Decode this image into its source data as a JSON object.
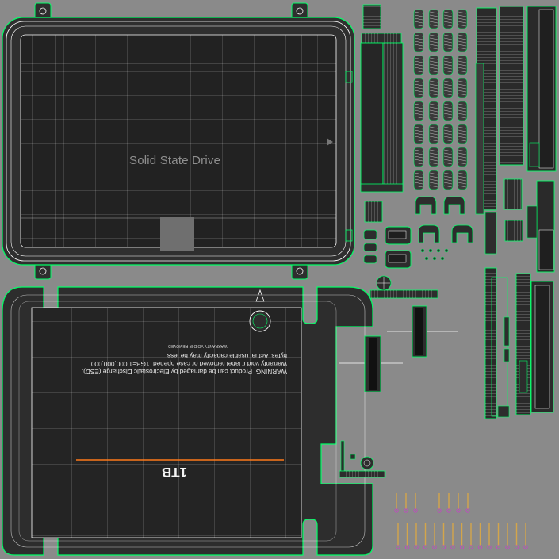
{
  "front_label": {
    "title": "Solid State Drive"
  },
  "back_label": {
    "warranty": "WARRANTY VOID IF REMOVED",
    "warning": "WARNING: Product can be damaged by Electrostatic Discharge (ESD). Warranty void if label removed or case opened. 1GB=1,000,000,000 bytes. Actual usable capacity may be less.",
    "capacity": "1TB"
  },
  "colors": {
    "background": "#8a8a8a",
    "panel": "#2a2a2a",
    "wire_white": "#ffffff",
    "wire_green": "#00ff66",
    "accent_line": "#ff7a1a",
    "gray_patch": "#6f6f6f",
    "connector_pin": "#d4a54a",
    "pin_tip": "#c04ac0"
  }
}
